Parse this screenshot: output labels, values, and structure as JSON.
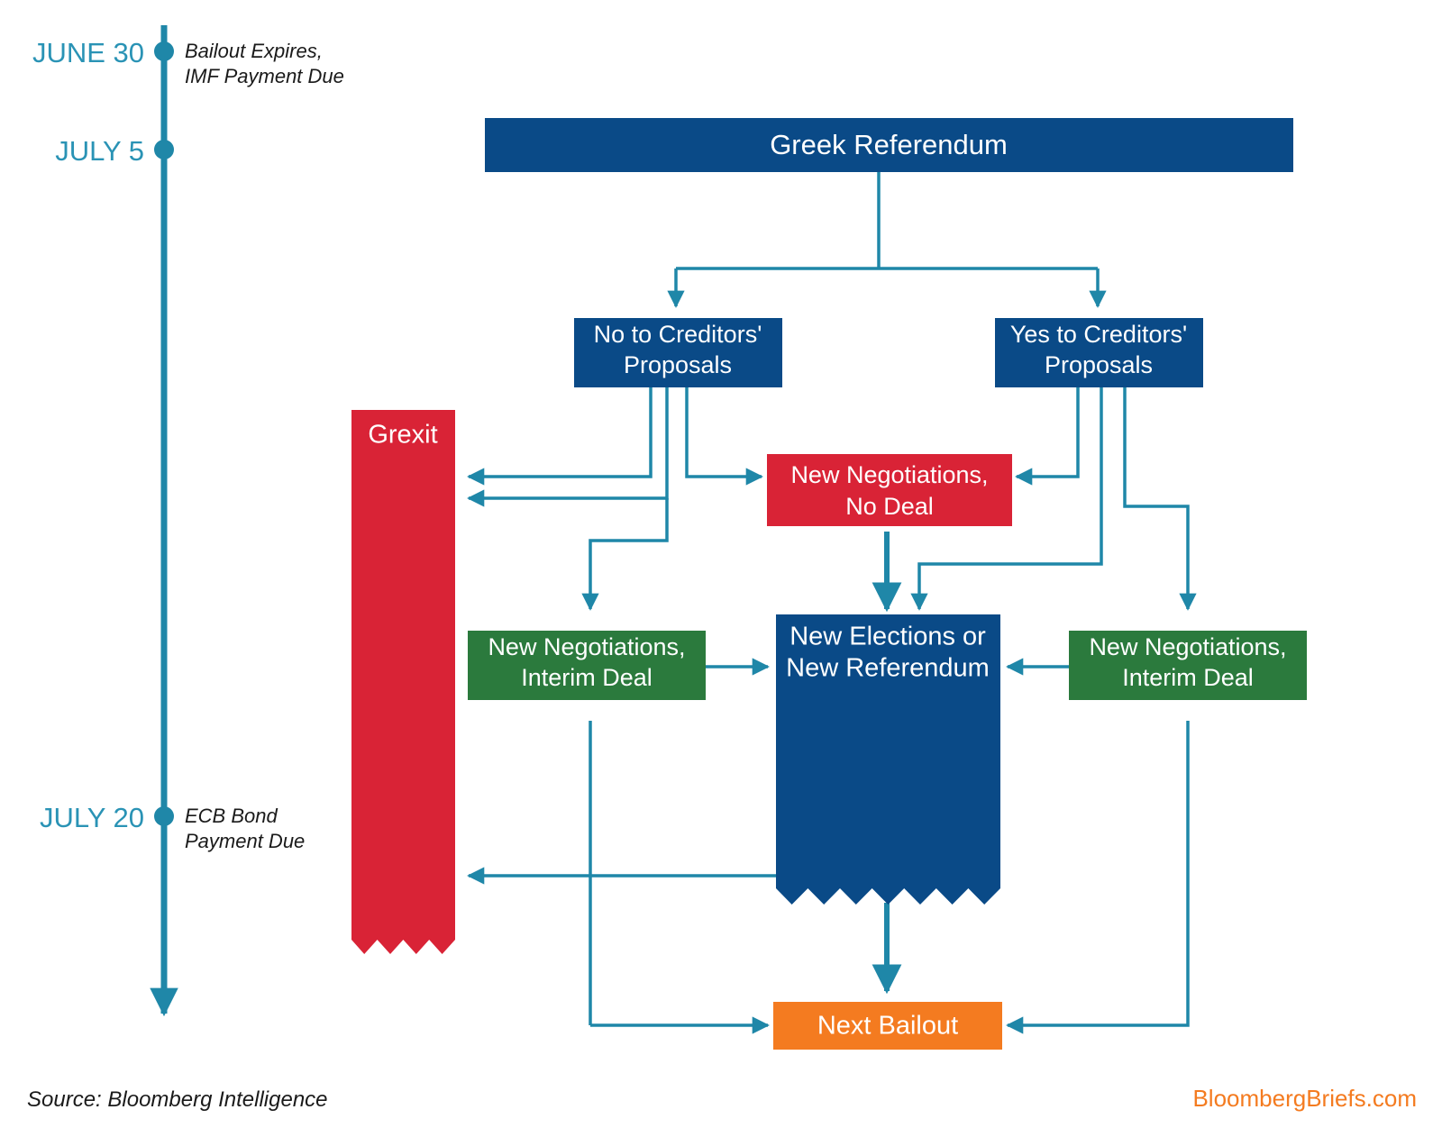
{
  "timeline": {
    "axis_color": "#1f87a8",
    "marks": [
      {
        "date": "JUNE 30",
        "note_line1": "Bailout Expires,",
        "note_line2": "IMF Payment Due"
      },
      {
        "date": "JULY 5",
        "note_line1": "",
        "note_line2": ""
      },
      {
        "date": "JULY 20",
        "note_line1": "ECB Bond",
        "note_line2": "Payment Due"
      }
    ]
  },
  "colors": {
    "blue": "#0a4a87",
    "red": "#d92336",
    "green": "#2b7a3d",
    "orange": "#f47b20",
    "teal": "#1f87a8",
    "date_text": "#2a93b5"
  },
  "nodes": {
    "referendum": {
      "label": "Greek Referendum"
    },
    "no_proposals": {
      "line1": "No to Creditors'",
      "line2": "Proposals"
    },
    "yes_proposals": {
      "line1": "Yes to Creditors'",
      "line2": "Proposals"
    },
    "grexit": {
      "label": "Grexit"
    },
    "no_deal": {
      "line1": "New Negotiations,",
      "line2": "No Deal"
    },
    "interim_left": {
      "line1": "New Negotiations,",
      "line2": "Interim Deal"
    },
    "interim_right": {
      "line1": "New Negotiations,",
      "line2": "Interim Deal"
    },
    "elections": {
      "line1": "New Elections or",
      "line2": "New Referendum"
    },
    "next_bailout": {
      "label": "Next Bailout"
    }
  },
  "footer": {
    "source": "Source: Bloomberg Intelligence",
    "brand": "BloombergBriefs.com"
  }
}
